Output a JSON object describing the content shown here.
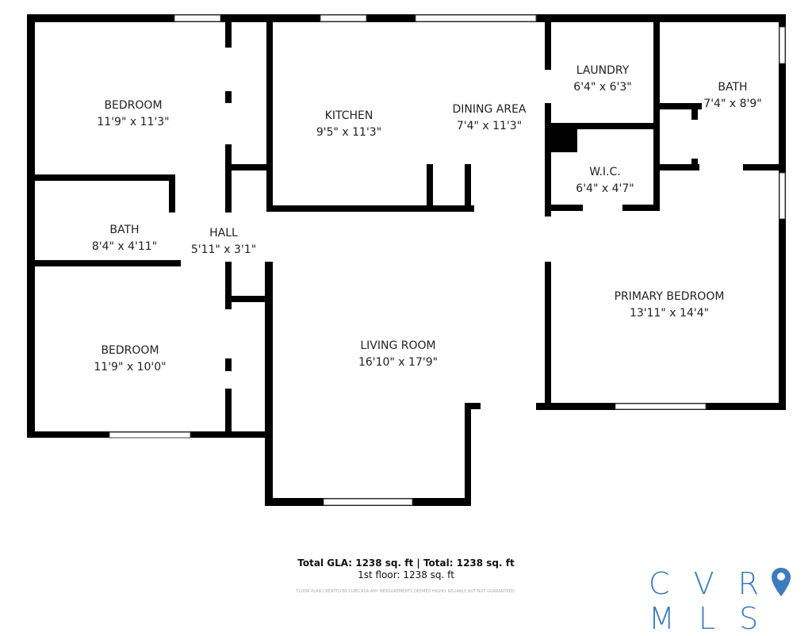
{
  "rooms": [
    {
      "name": "BEDROOM",
      "size": "11'9\" x 11'3\""
    },
    {
      "name": "KITCHEN",
      "size": "9'5\" x 11'3\""
    },
    {
      "name": "DINING AREA",
      "size": "7'4\" x 11'3\""
    },
    {
      "name": "LAUNDRY",
      "size": "6'4\" x 6'3\""
    },
    {
      "name": "BATH",
      "size": "7'4\" x 8'9\""
    },
    {
      "name": "W.I.C.",
      "size": "6'4\" x 4'7\""
    },
    {
      "name": "BATH",
      "size": "8'4\" x 4'11\""
    },
    {
      "name": "HALL",
      "size": "5'11\" x 3'1\""
    },
    {
      "name": "PRIMARY BEDROOM",
      "size": "13'11\" x 14'4\""
    },
    {
      "name": "BEDROOM",
      "size": "11'9\" x 10'0\""
    },
    {
      "name": "LIVING ROOM",
      "size": "16'10\" x 17'9\""
    }
  ],
  "footer": {
    "totals": "Total GLA: 1238 sq. ft | Total: 1238 sq. ft",
    "floor": "1st floor: 1238 sq. ft",
    "disclaimer": "FLOOR PLAN CREATED BY CUBICASA APP. MEASUREMENTS DEEMED HIGHLY RELIABLE BUT NOT GUARANTEED."
  },
  "logo": {
    "text": "CVRMLS",
    "color": "#3d7bbf"
  },
  "colors": {
    "wall": "#000000",
    "window": "#ffffff"
  }
}
